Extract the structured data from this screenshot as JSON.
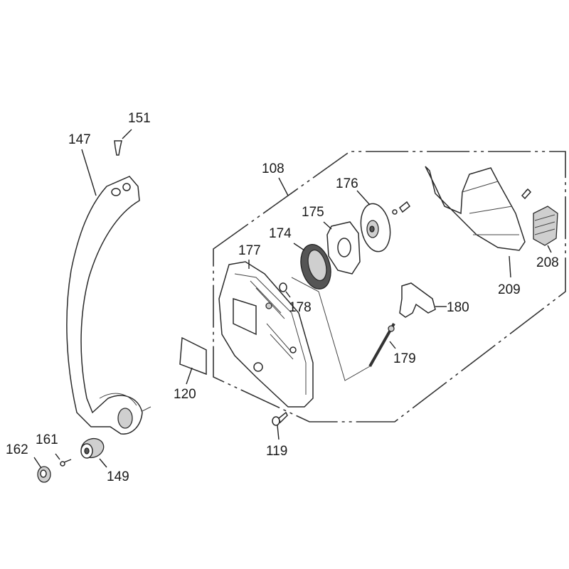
{
  "diagram": {
    "type": "exploded-parts-diagram",
    "subject": "chainsaw side cover / sprocket cover assembly with front handle bar",
    "background": "#ffffff",
    "line_color": "#222222"
  },
  "labels": {
    "p108": "108",
    "p119": "119",
    "p120": "120",
    "p147": "147",
    "p149": "149",
    "p151": "151",
    "p161": "161",
    "p162": "162",
    "p174": "174",
    "p175": "175",
    "p176": "176",
    "p177": "177",
    "p178": "178",
    "p179": "179",
    "p180": "180",
    "p208": "208",
    "p209": "209"
  },
  "parts": [
    {
      "id": "147",
      "desc": "front handle bar"
    },
    {
      "id": "151",
      "desc": "screw"
    },
    {
      "id": "149",
      "desc": "vibration damper"
    },
    {
      "id": "161",
      "desc": "screw"
    },
    {
      "id": "162",
      "desc": "nut"
    },
    {
      "id": "120",
      "desc": "label / decal"
    },
    {
      "id": "119",
      "desc": "screw"
    },
    {
      "id": "108",
      "desc": "side cover assembly (dashed boundary)"
    },
    {
      "id": "177",
      "desc": "side cover"
    },
    {
      "id": "178",
      "desc": "nut"
    },
    {
      "id": "174",
      "desc": "pulley / sprocket"
    },
    {
      "id": "175",
      "desc": "washer plate"
    },
    {
      "id": "176",
      "desc": "clutch drum"
    },
    {
      "id": "179",
      "desc": "chain tensioner screw"
    },
    {
      "id": "180",
      "desc": "tensioner slider"
    },
    {
      "id": "208",
      "desc": "spark arrestor / muffler insert"
    },
    {
      "id": "209",
      "desc": "muffler guard"
    }
  ]
}
